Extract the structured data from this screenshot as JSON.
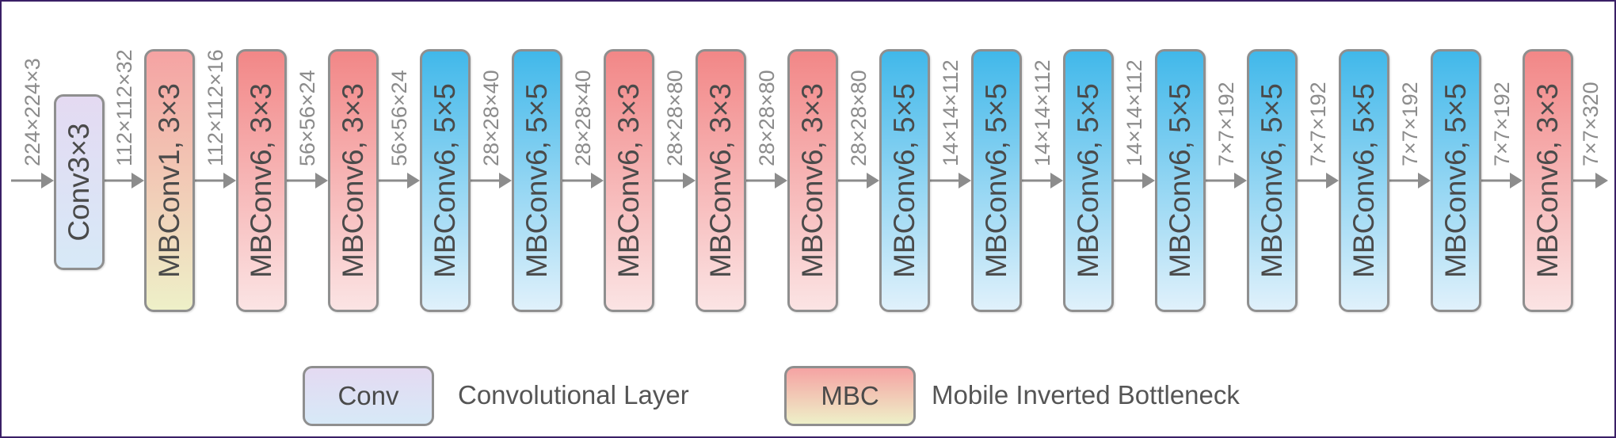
{
  "stages": [
    {
      "input": "224×224×3",
      "label": "Conv3×3",
      "kind": "conv"
    },
    {
      "input": "112×112×32",
      "label": "MBConv1, 3×3",
      "kind": "mbc1"
    },
    {
      "input": "112×112×16",
      "label": "MBConv6, 3×3",
      "kind": "mbc"
    },
    {
      "input": "56×56×24",
      "label": "MBConv6, 3×3",
      "kind": "mbc"
    },
    {
      "input": "56×56×24",
      "label": "MBConv6, 5×5",
      "kind": "mbc-blue"
    },
    {
      "input": "28×28×40",
      "label": "MBConv6, 5×5",
      "kind": "mbc-blue"
    },
    {
      "input": "28×28×40",
      "label": "MBConv6, 3×3",
      "kind": "mbc"
    },
    {
      "input": "28×28×80",
      "label": "MBConv6, 3×3",
      "kind": "mbc"
    },
    {
      "input": "28×28×80",
      "label": "MBConv6, 3×3",
      "kind": "mbc"
    },
    {
      "input": "28×28×80",
      "label": "MBConv6, 5×5",
      "kind": "mbc-blue"
    },
    {
      "input": "14×14×112",
      "label": "MBConv6, 5×5",
      "kind": "mbc-blue"
    },
    {
      "input": "14×14×112",
      "label": "MBConv6, 5×5",
      "kind": "mbc-blue"
    },
    {
      "input": "14×14×112",
      "label": "MBConv6, 5×5",
      "kind": "mbc-blue"
    },
    {
      "input": "7×7×192",
      "label": "MBConv6, 5×5",
      "kind": "mbc-blue"
    },
    {
      "input": "7×7×192",
      "label": "MBConv6, 5×5",
      "kind": "mbc-blue"
    },
    {
      "input": "7×7×192",
      "label": "MBConv6, 5×5",
      "kind": "mbc-blue"
    },
    {
      "input": "7×7×192",
      "label": "MBConv6, 3×3",
      "kind": "mbc"
    }
  ],
  "output_dim": "7×7×320",
  "legend": {
    "conv_box": "Conv",
    "conv_text": "Convolutional Layer",
    "mbc_box": "MBC",
    "mbc_text": "Mobile Inverted Bottleneck"
  },
  "colors": {
    "arrow": "#8c8c8c",
    "border": "#8f8f8f",
    "frame": "#3a1f66"
  }
}
